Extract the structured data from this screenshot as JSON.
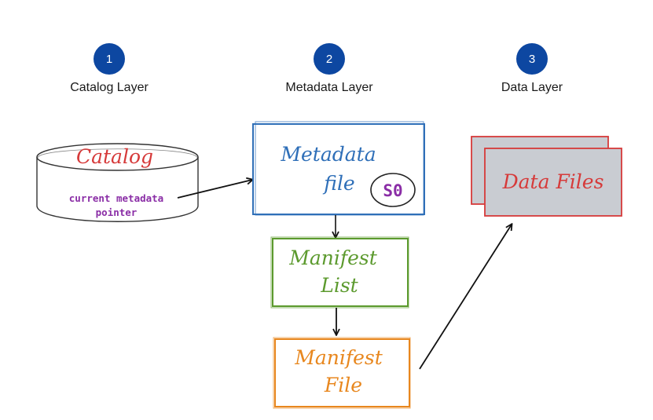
{
  "layers": [
    {
      "number": "1",
      "label": "Catalog Layer"
    },
    {
      "number": "2",
      "label": "Metadata Layer"
    },
    {
      "number": "3",
      "label": "Data Layer"
    }
  ],
  "catalog": {
    "title": "Catalog",
    "pointer_line1": "current metadata",
    "pointer_line2": "pointer"
  },
  "metadata_file": {
    "line1": "Metadata",
    "line2": "file",
    "snapshot": "S0"
  },
  "manifest_list": {
    "line1": "Manifest",
    "line2": "List"
  },
  "manifest_file": {
    "line1": "Manifest",
    "line2": "File"
  },
  "data_files": {
    "label": "Data Files"
  },
  "colors": {
    "badge": "#0d47a1",
    "catalog": "#d63a3a",
    "metadata": "#2f6fb8",
    "manifest_list": "#5c9a2e",
    "manifest_file": "#e8871e",
    "data_files": "#d63a3a",
    "data_fill": "#c9ccd2",
    "snapshot": "#8a2da6"
  }
}
